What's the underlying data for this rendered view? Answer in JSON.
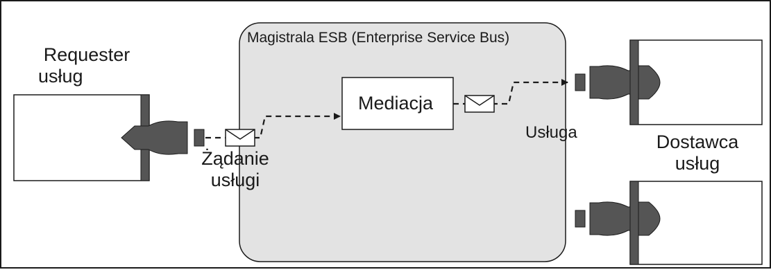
{
  "diagram": {
    "bus_title": "Magistrala ESB (Enterprise Service Bus)",
    "requester_line1": "Requester",
    "requester_line2": "usług",
    "mediation": "Mediacja",
    "request_line1": "Żądanie",
    "request_line2": "usługi",
    "service": "Usługa",
    "provider_line1": "Dostawca",
    "provider_line2": "usług"
  },
  "colors": {
    "bus_fill": "#e3e3e3",
    "connector_fill": "#555555",
    "line": "#1a1a1a"
  },
  "icons": [
    "envelope-icon",
    "envelope-icon"
  ]
}
